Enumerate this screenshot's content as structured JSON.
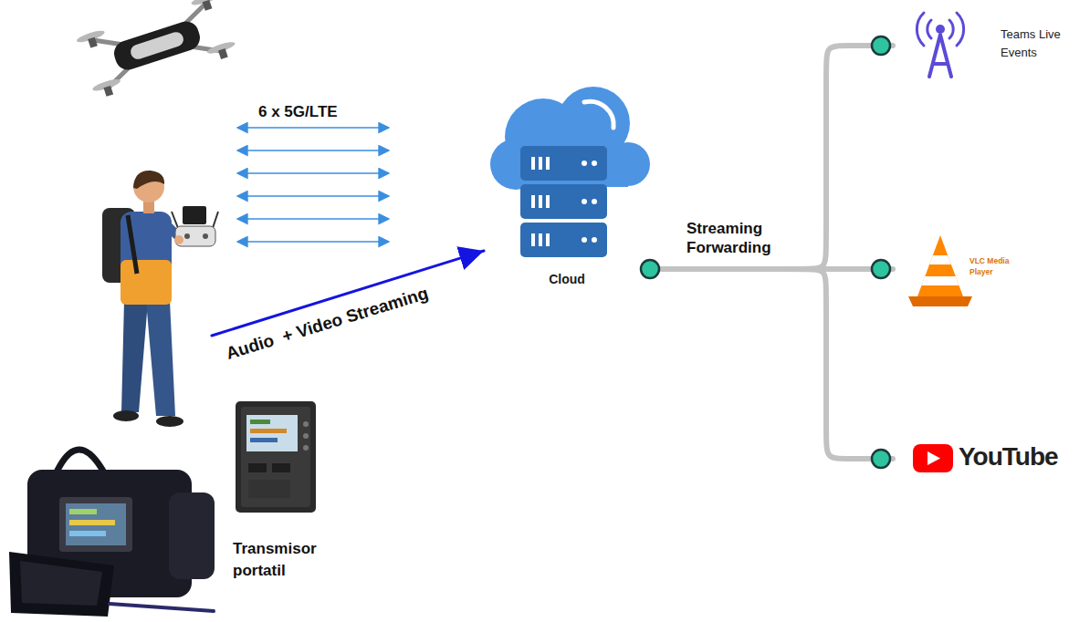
{
  "diagram": {
    "nodes": [
      {
        "text": [
          "Transmisor portatil"
        ]
      },
      {
        "text": [
          "Cloud"
        ]
      },
      {
        "text": [
          "Teams Live Events"
        ]
      },
      {
        "text": [
          "VLC Media Player"
        ]
      },
      {
        "text": [
          "YouTube"
        ]
      }
    ],
    "edges": [
      {
        "from": 0,
        "to": 1,
        "arrow": "to",
        "label": "Audio  + Video Streaming"
      },
      {
        "from": 1,
        "to": 2,
        "arrow": "none"
      },
      {
        "from": 1,
        "to": 3,
        "arrow": "none",
        "label": "Streaming Forwarding"
      },
      {
        "from": 1,
        "to": 4,
        "arrow": "none"
      }
    ],
    "labels": [
      "6 x 5G/LTE"
    ]
  }
}
